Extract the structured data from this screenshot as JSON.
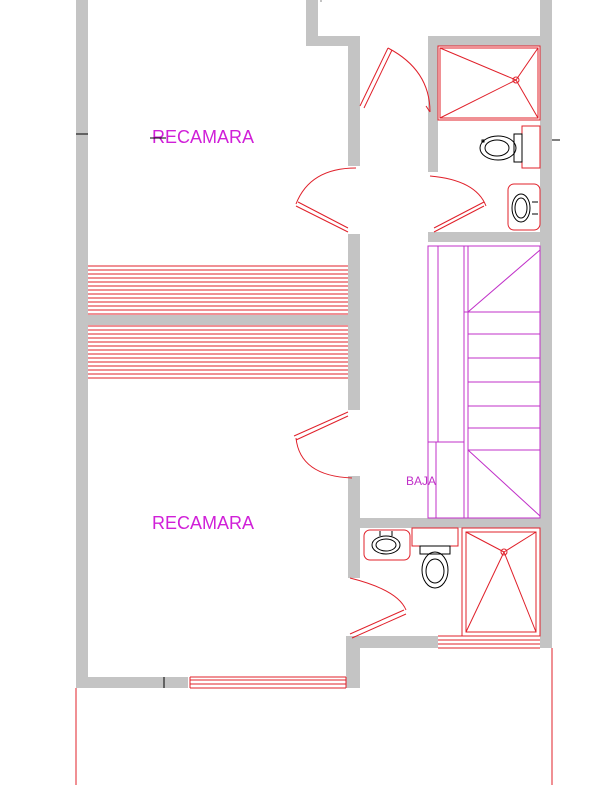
{
  "labels": {
    "bedroom_top": "RECAMARA",
    "bedroom_bottom": "RECAMARA",
    "stair": "BAJA"
  },
  "colors": {
    "wall": "#c4c4c4",
    "line_red": "#e0202a",
    "line_magenta": "#c030c8",
    "label_magenta": "#d020d8"
  }
}
